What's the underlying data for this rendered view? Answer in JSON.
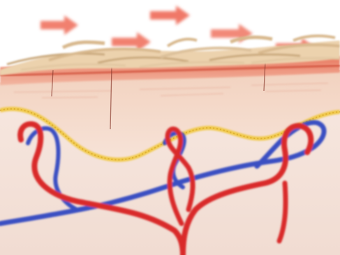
{
  "illustration": {
    "subject": "skin-cross-section",
    "arrows": {
      "count": 5,
      "color": "#ef6b55",
      "direction": "right"
    },
    "layers": {
      "flakes_color": "#e8c9a0",
      "epidermis_color": "#e0664f",
      "dermis_color": "#f6ddd0",
      "basement_membrane_color": "#e8c45a",
      "deep_tissue_color": "#f4e3dc"
    },
    "vessels": {
      "artery_color": "#d92c2c",
      "vein_color": "#3b4fc2"
    }
  }
}
